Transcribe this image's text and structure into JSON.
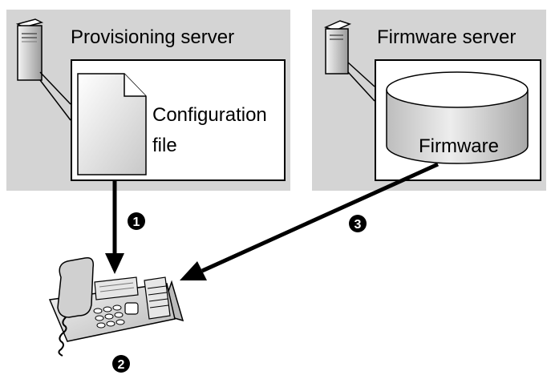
{
  "provisioning_server": {
    "title": "Provisioning server",
    "file_label_line1": "Configuration",
    "file_label_line2": "file"
  },
  "firmware_server": {
    "title": "Firmware server",
    "firmware_label": "Firmware"
  },
  "steps": [
    {
      "number": "1"
    },
    {
      "number": "2"
    },
    {
      "number": "3"
    }
  ],
  "colors": {
    "server_panel": "#d4d4d4",
    "badge": "#000000"
  }
}
